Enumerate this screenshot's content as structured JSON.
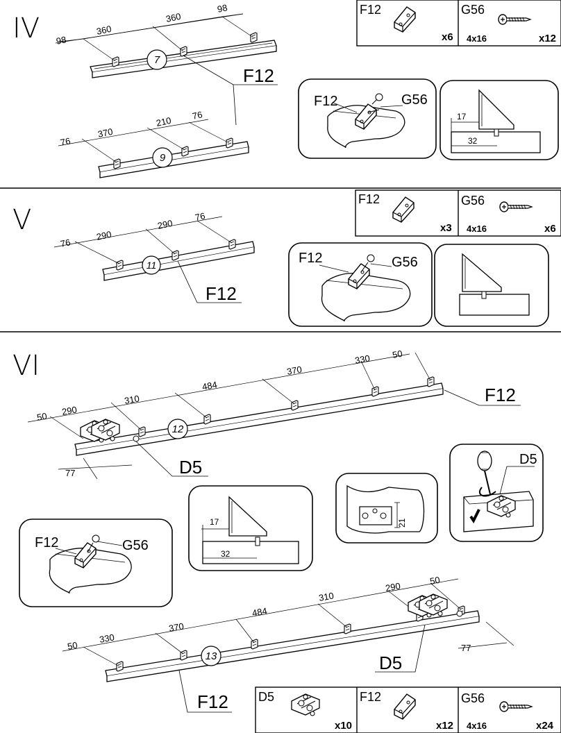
{
  "steps": [
    {
      "roman": "IV",
      "boards": [
        {
          "number": "7",
          "dims": [
            "98",
            "360",
            "360",
            "98"
          ],
          "part": "F12"
        },
        {
          "number": "9",
          "dims": [
            "76",
            "370",
            "210",
            "76"
          ]
        }
      ],
      "parts": [
        {
          "code": "F12",
          "qty": "x6"
        },
        {
          "code": "G56",
          "size": "4x16",
          "qty": "x12"
        }
      ],
      "detail": {
        "left": "F12",
        "right": "G56"
      },
      "section": {
        "d1": "17",
        "d2": "32"
      }
    },
    {
      "roman": "V",
      "boards": [
        {
          "number": "11",
          "dims": [
            "76",
            "290",
            "290",
            "76"
          ],
          "part": "F12"
        }
      ],
      "parts": [
        {
          "code": "F12",
          "qty": "x3"
        },
        {
          "code": "G56",
          "size": "4x16",
          "qty": "x6"
        }
      ],
      "detail": {
        "left": "F12",
        "right": "G56"
      }
    },
    {
      "roman": "VI",
      "boards": [
        {
          "number": "12",
          "dims": [
            "50",
            "290",
            "310",
            "484",
            "370",
            "330",
            "50"
          ],
          "offset": "77",
          "part_right": "F12",
          "part_hinge": "D5"
        },
        {
          "number": "13",
          "dims": [
            "50",
            "330",
            "370",
            "484",
            "310",
            "290",
            "50"
          ],
          "offset": "77",
          "part_left": "F12",
          "part_hinge": "D5"
        }
      ],
      "parts": [
        {
          "code": "D5",
          "qty": "x10"
        },
        {
          "code": "F12",
          "qty": "x12"
        },
        {
          "code": "G56",
          "size": "4x16",
          "qty": "x24"
        }
      ],
      "detail": {
        "left": "F12",
        "right": "G56"
      },
      "section": {
        "d1": "17",
        "d2": "32"
      },
      "hinge_dim": "21",
      "tool_label": "D5"
    }
  ]
}
